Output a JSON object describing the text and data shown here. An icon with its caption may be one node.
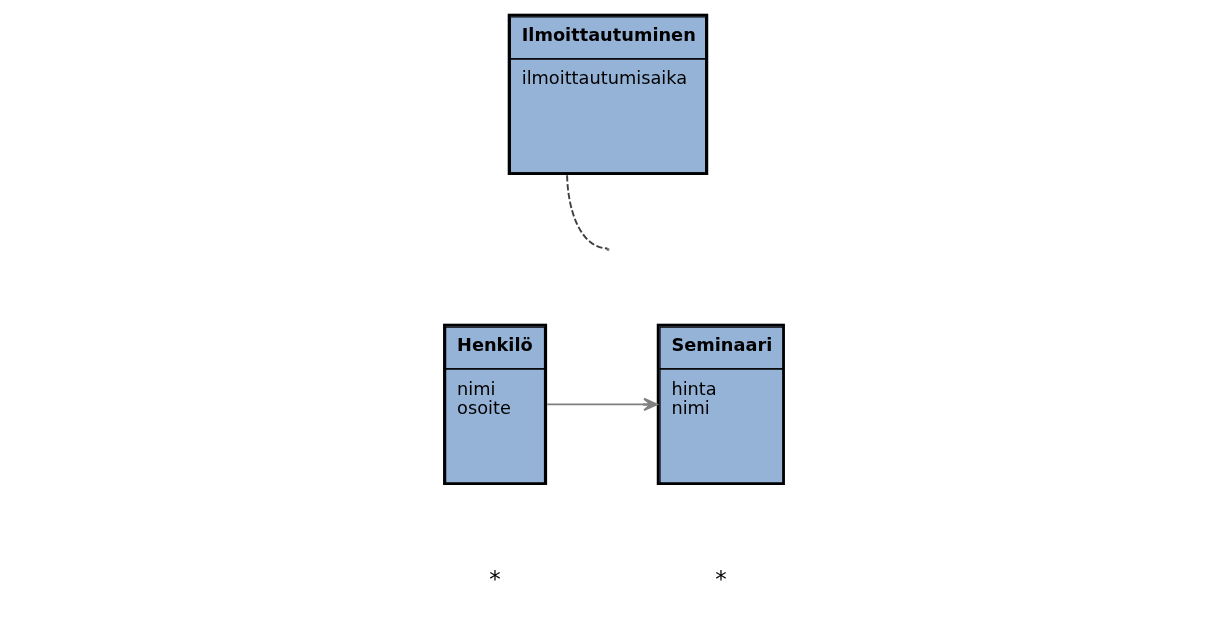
{
  "diagram": {
    "nodes": [
      {
        "text": [
          "Ilmoittautuminen",
          "ilmoittautumisaika"
        ]
      },
      {
        "text": [
          "Henkilö",
          "nimi",
          "osoite"
        ]
      },
      {
        "text": [
          "Seminaari",
          "hinta",
          "nimi"
        ]
      }
    ],
    "edges": [
      {
        "from": 1,
        "to": 2,
        "arrow": "to"
      },
      {
        "from": 0,
        "to": null,
        "arrow": "none",
        "style": "dashed"
      }
    ],
    "labels": [
      "*",
      "*"
    ]
  }
}
